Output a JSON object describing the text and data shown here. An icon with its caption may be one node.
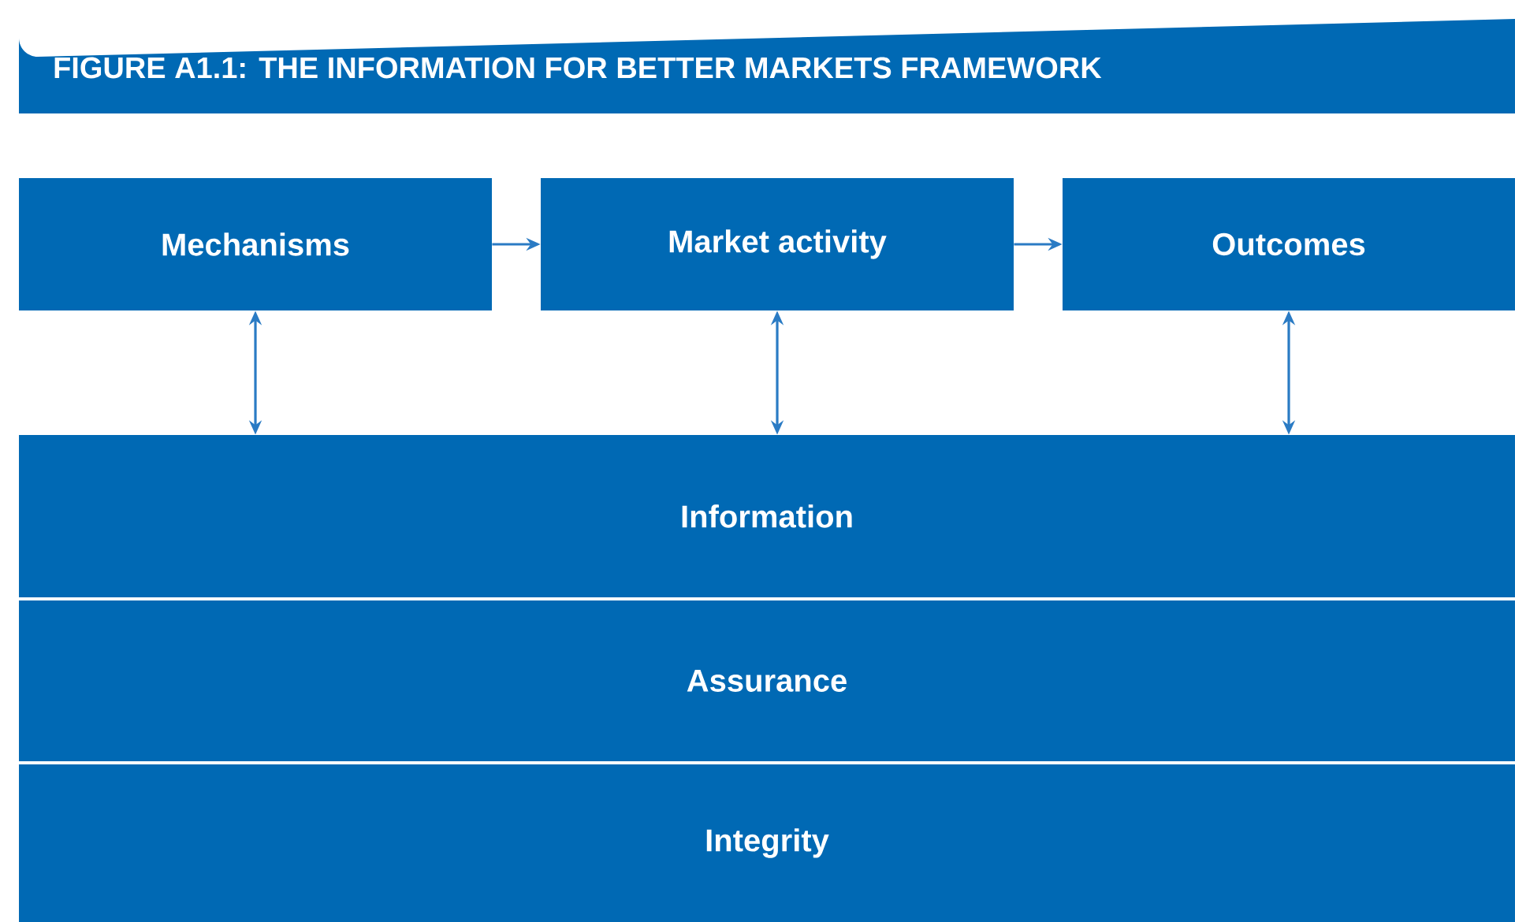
{
  "diagram": {
    "title": "FIGURE A1.1: THE INFORMATION FOR BETTER MARKETS FRAMEWORK",
    "nodes": [
      {
        "text": [
          "Mechanisms"
        ]
      },
      {
        "text": [
          "Market activity"
        ]
      },
      {
        "text": [
          "Outcomes"
        ]
      },
      {
        "text": [
          "Information"
        ]
      },
      {
        "text": [
          "Assurance"
        ]
      },
      {
        "text": [
          "Integrity"
        ]
      }
    ],
    "edges": [
      {
        "from": 0,
        "to": 1,
        "arrow": "to"
      },
      {
        "from": 1,
        "to": 2,
        "arrow": "to"
      },
      {
        "from": 0,
        "to": 3,
        "arrow": "both"
      },
      {
        "from": 1,
        "to": 3,
        "arrow": "both"
      },
      {
        "from": 2,
        "to": 3,
        "arrow": "both"
      }
    ]
  }
}
